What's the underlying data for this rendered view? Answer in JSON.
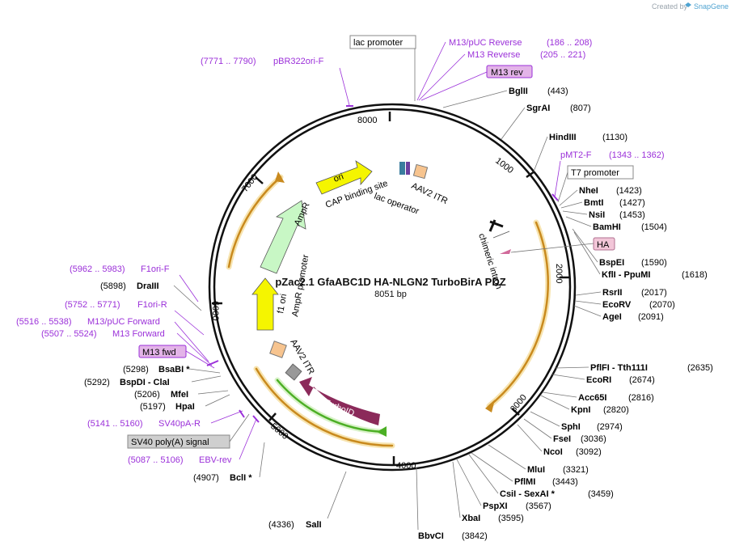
{
  "credit": {
    "prefix": "Created by",
    "brand": "SnapGene"
  },
  "plasmid": {
    "name": "pZac2.1 GfaABC1D HA-NLGN2 TurboBirA PDZ",
    "length": "8051 bp"
  },
  "ticks": [
    "1000",
    "2000",
    "3000",
    "4000",
    "5000",
    "6000",
    "7000",
    "8000"
  ],
  "features": {
    "ori": "ori",
    "ampr": "AmpR",
    "ampr_promoter": "AmpR promoter",
    "f1_ori": "f1 ori",
    "aav2_itr_top": "AAV2 ITR",
    "aav2_itr_bottom": "AAV2 ITR",
    "cap_site": "CAP binding site",
    "lac_operator": "lac operator",
    "chimeric_intron": "chimeric intron",
    "turboid": "TurboID",
    "lac_promoter": "lac promoter",
    "t7_promoter": "T7 promoter",
    "sv40_polya": "SV40 poly(A) signal",
    "m13_rev": "M13 rev",
    "m13_fwd": "M13 fwd",
    "ha": "HA"
  },
  "primers": [
    {
      "name": "M13/pUC Reverse",
      "range": "(186 .. 208)"
    },
    {
      "name": "M13 Reverse",
      "range": "(205 .. 221)"
    },
    {
      "name": "pBR322ori-F",
      "range": "(7771 .. 7790)"
    },
    {
      "name": "pMT2-F",
      "range": "(1343 .. 1362)"
    },
    {
      "name": "F1ori-F",
      "range": "(5962 .. 5983)"
    },
    {
      "name": "F1ori-R",
      "range": "(5752 .. 5771)"
    },
    {
      "name": "M13/pUC Forward",
      "range": "(5516 .. 5538)"
    },
    {
      "name": "M13 Forward",
      "range": "(5507 .. 5524)"
    },
    {
      "name": "SV40pA-R",
      "range": "(5141 .. 5160)"
    },
    {
      "name": "EBV-rev",
      "range": "(5087 .. 5106)"
    }
  ],
  "enzymes_right": [
    {
      "name": "BglII",
      "pos": "(443)"
    },
    {
      "name": "SgrAI",
      "pos": "(807)"
    },
    {
      "name": "HindIII",
      "pos": "(1130)"
    },
    {
      "name": "NheI",
      "pos": "(1423)"
    },
    {
      "name": "BmtI",
      "pos": "(1427)"
    },
    {
      "name": "NsiI",
      "pos": "(1453)"
    },
    {
      "name": "BamHI",
      "pos": "(1504)"
    },
    {
      "name": "BspEI",
      "pos": "(1590)"
    },
    {
      "name": "KflI - PpuMI",
      "pos": "(1618)"
    },
    {
      "name": "RsrII",
      "pos": "(2017)"
    },
    {
      "name": "EcoRV",
      "pos": "(2070)"
    },
    {
      "name": "AgeI",
      "pos": "(2091)"
    },
    {
      "name": "PflFI - Tth111I",
      "pos": "(2635)"
    },
    {
      "name": "EcoRI",
      "pos": "(2674)"
    },
    {
      "name": "Acc65I",
      "pos": "(2816)"
    },
    {
      "name": "KpnI",
      "pos": "(2820)"
    },
    {
      "name": "SphI",
      "pos": "(2974)"
    },
    {
      "name": "FseI",
      "pos": "(3036)"
    },
    {
      "name": "NcoI",
      "pos": "(3092)"
    },
    {
      "name": "MluI",
      "pos": "(3321)"
    },
    {
      "name": "PflMI",
      "pos": "(3443)"
    },
    {
      "name": "CsiI - SexAI *",
      "pos": "(3459)"
    },
    {
      "name": "PspXI",
      "pos": "(3567)"
    },
    {
      "name": "XbaI",
      "pos": "(3595)"
    },
    {
      "name": "BbvCI",
      "pos": "(3842)"
    }
  ],
  "enzymes_left": [
    {
      "name": "DraIII",
      "pos": "(5898)"
    },
    {
      "name": "BsaBI *",
      "pos": "(5298)"
    },
    {
      "name": "BspDI - ClaI",
      "pos": "(5292)"
    },
    {
      "name": "MfeI",
      "pos": "(5206)"
    },
    {
      "name": "HpaI",
      "pos": "(5197)"
    },
    {
      "name": "BclI *",
      "pos": "(4907)"
    },
    {
      "name": "SalI",
      "pos": "(4336)"
    }
  ],
  "colors": {
    "ori": "#f5f500",
    "ampr": "#c8f7c5",
    "turboid": "#8b2a5a",
    "itr": "#f7c48f",
    "orange_arc": "#c98a1e",
    "green_arc": "#4caf25",
    "primer": "#9b30d9",
    "feature_box": "#e3b4e8"
  }
}
